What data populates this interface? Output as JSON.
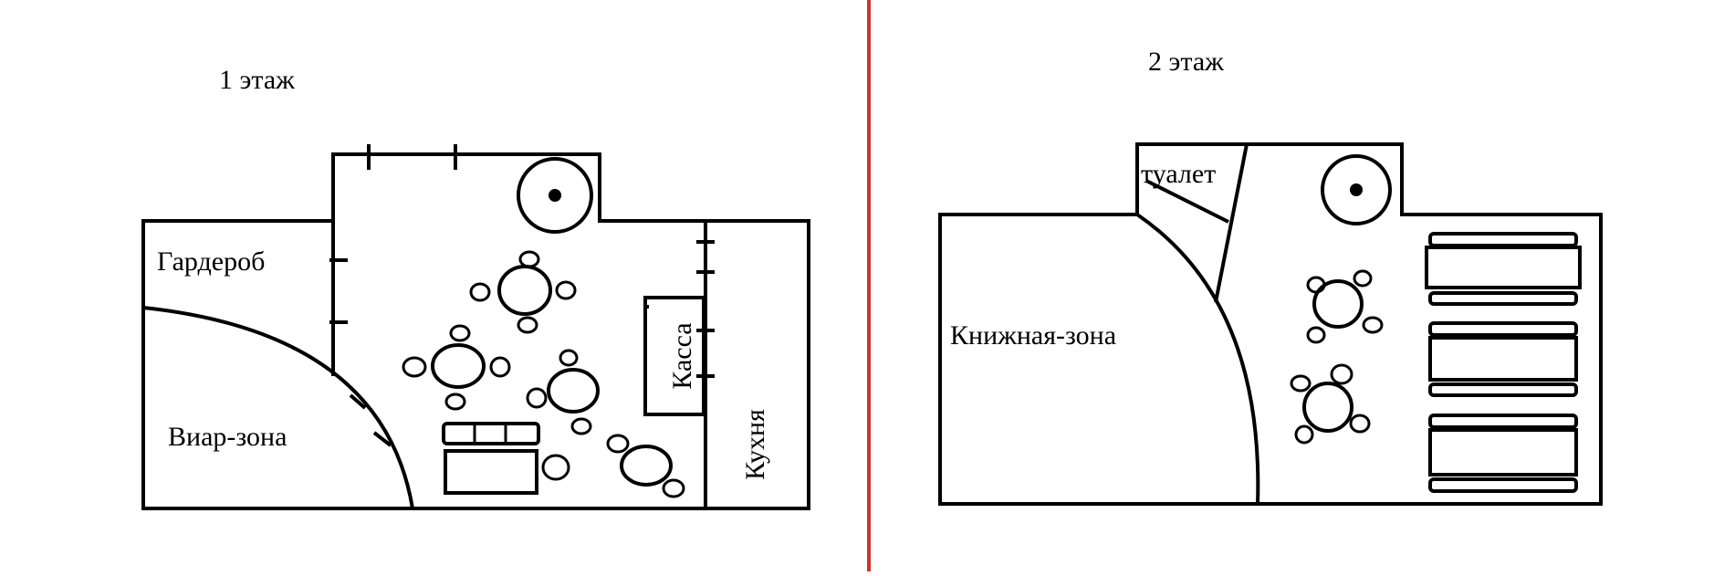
{
  "floors": [
    {
      "title": "1 этаж",
      "rooms": {
        "wardrobe": "Гардероб",
        "vr_zone": "Виар-зона",
        "cashier": "Касса",
        "kitchen": "Кухня"
      }
    },
    {
      "title": "2 этаж",
      "rooms": {
        "toilet": "туалет",
        "book_zone": "Книжная-зона"
      }
    }
  ],
  "colors": {
    "line": "#000000",
    "divider": "#d0342c",
    "background": "#ffffff"
  }
}
